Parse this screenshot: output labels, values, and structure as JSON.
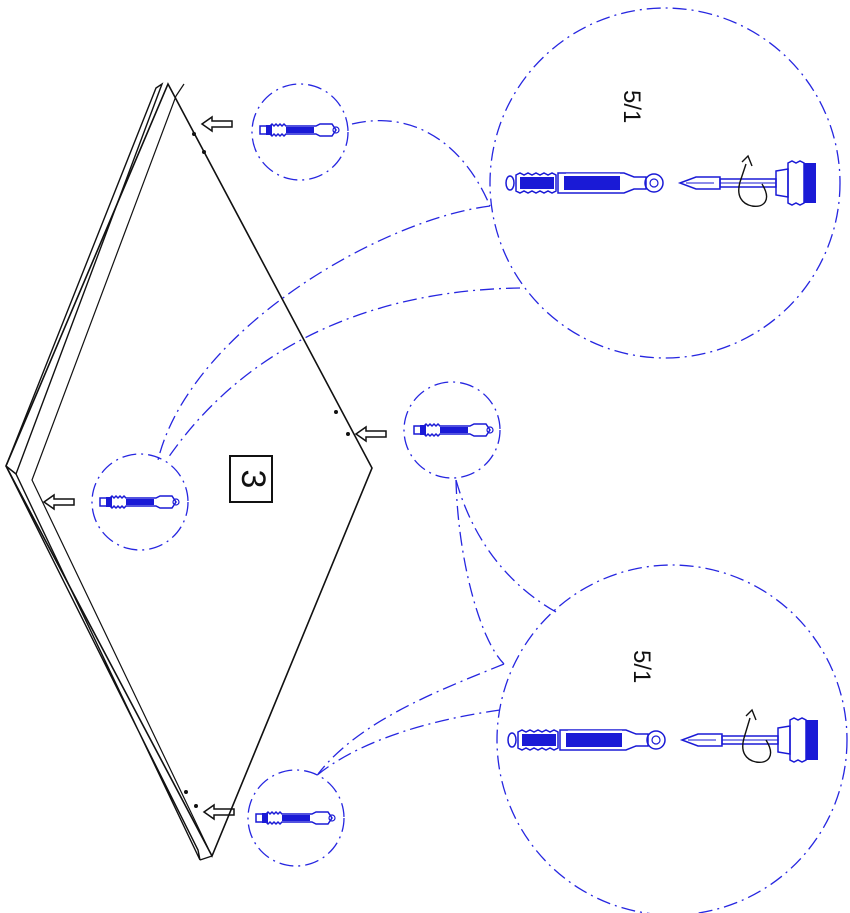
{
  "step": {
    "number": "3"
  },
  "details": [
    {
      "label": "5/1"
    },
    {
      "label": "5/1"
    }
  ],
  "colors": {
    "line": "#111111",
    "accent": "#1a1ad6",
    "background": "#ffffff"
  },
  "icons": [
    "cam-dowel-icon",
    "screwdriver-icon",
    "insert-arrow-icon",
    "rotate-arrow-icon"
  ]
}
